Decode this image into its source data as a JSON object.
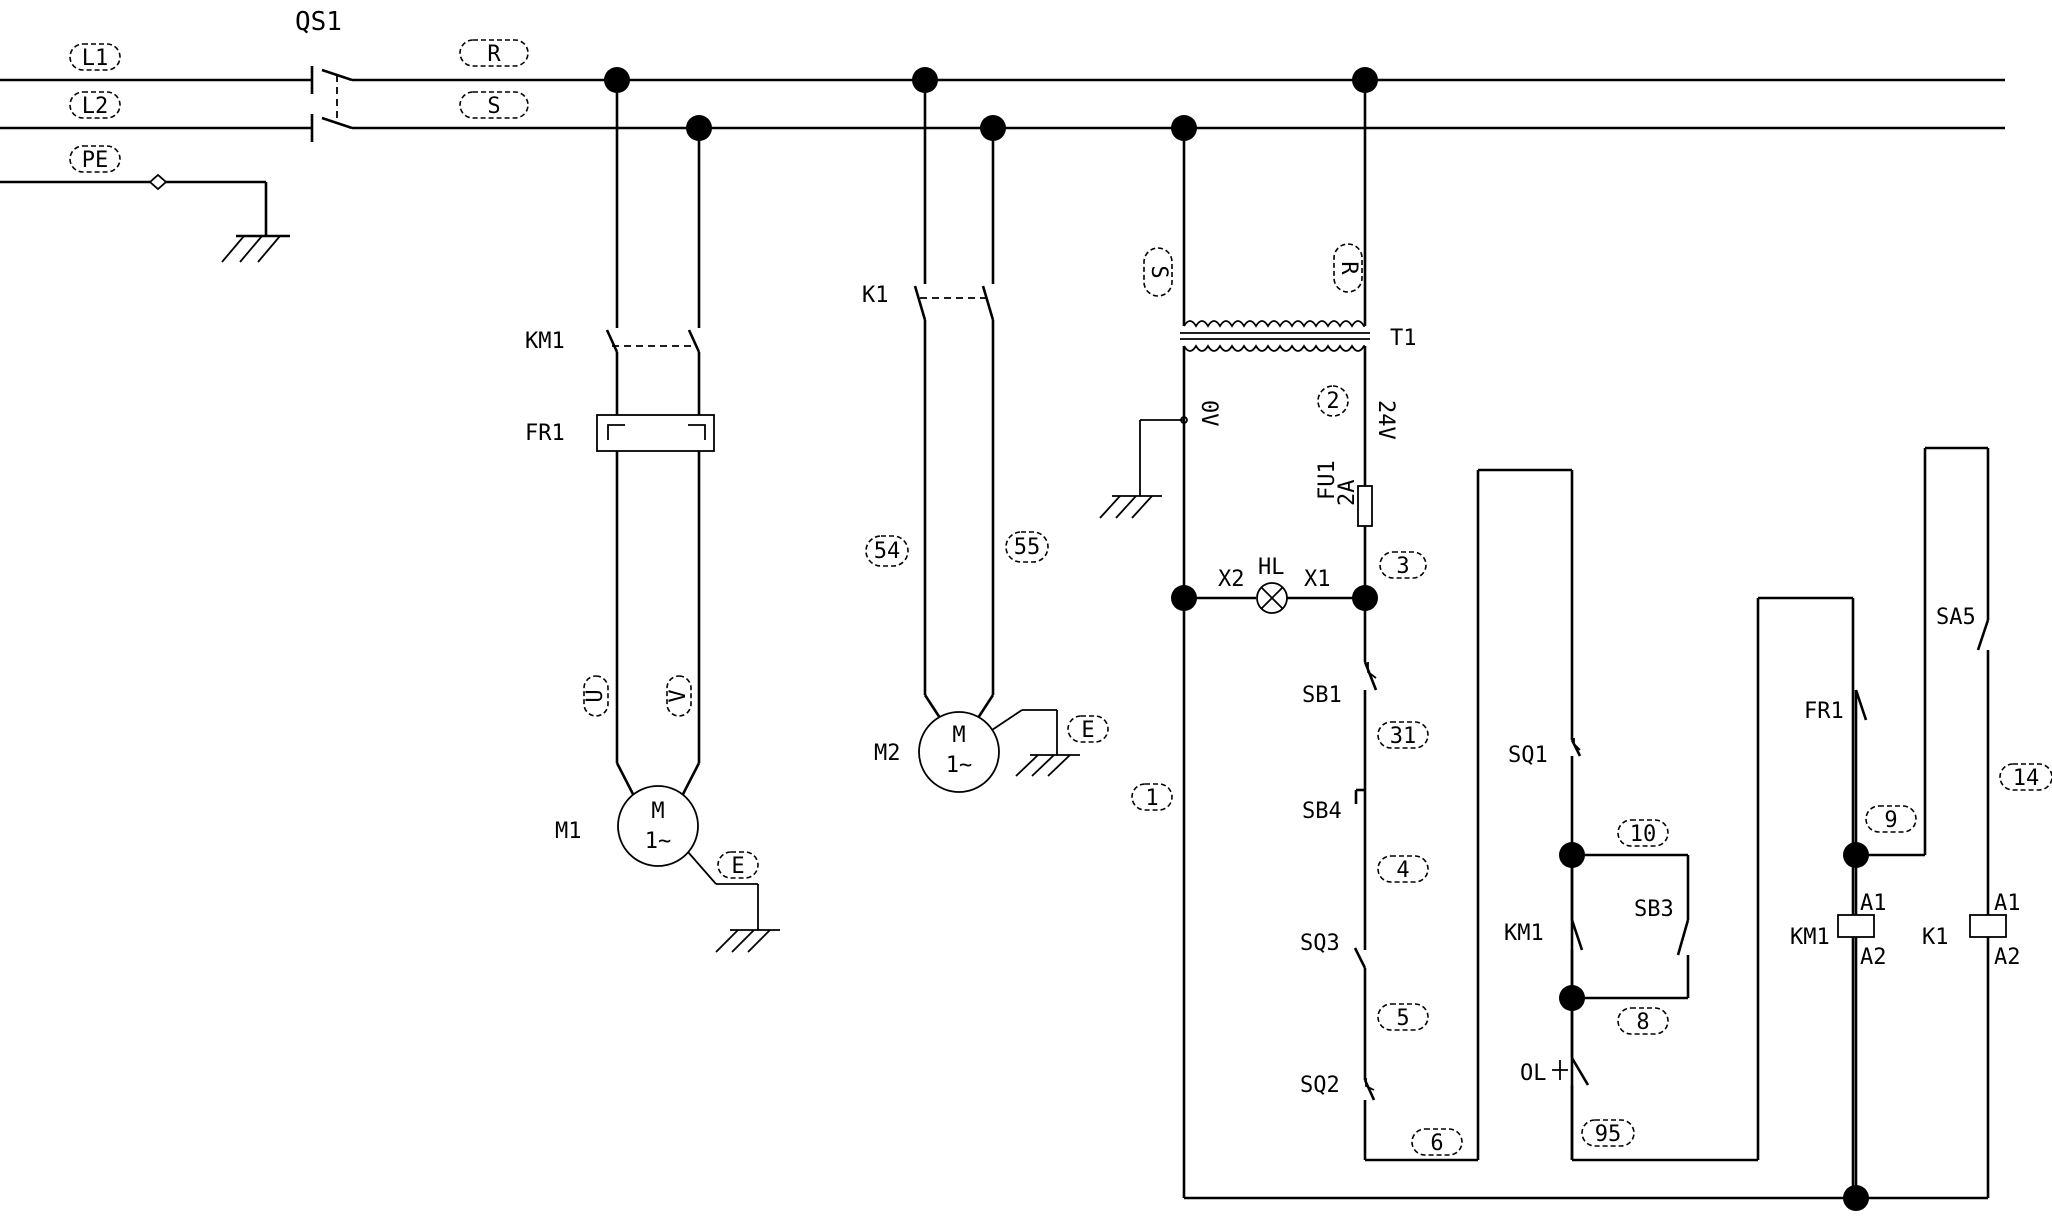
{
  "diagram": {
    "switch_qs1": "QS1",
    "lines": {
      "l1": "L1",
      "l2": "L2",
      "pe": "PE",
      "r": "R",
      "s": "S"
    },
    "motor1": {
      "name": "M1",
      "symbol": "M",
      "phase": "1~",
      "earth": "E",
      "u": "U",
      "v": "V",
      "contactor": "KM1",
      "overload": "FR1"
    },
    "motor2": {
      "name": "M2",
      "symbol": "M",
      "phase": "1~",
      "earth": "E",
      "contact": "K1",
      "w1": "54",
      "w2": "55"
    },
    "transformer": {
      "name": "T1",
      "in_s": "S",
      "in_r": "R",
      "out_0v": "0V",
      "out_24v": "24V",
      "wire_2": "2"
    },
    "fuse": {
      "name": "FU1",
      "rating": "2A"
    },
    "lamp": {
      "name": "HL",
      "x1": "X1",
      "x2": "X2"
    },
    "wires": {
      "w1": "1",
      "w3": "3",
      "w31": "31",
      "w4": "4",
      "w5": "5",
      "w6": "6",
      "w10": "10",
      "w8": "8",
      "w95": "95",
      "w9": "9",
      "w14": "14"
    },
    "devices": {
      "sb1": "SB1",
      "sb4": "SB4",
      "sq3": "SQ3",
      "sq2": "SQ2",
      "sq1": "SQ1",
      "km1_contact": "KM1",
      "sb3": "SB3",
      "ol": "OL",
      "fr1": "FR1",
      "sa5": "SA5",
      "km1_coil": "KM1",
      "k1_coil": "K1",
      "a1": "A1",
      "a2": "A2"
    }
  }
}
